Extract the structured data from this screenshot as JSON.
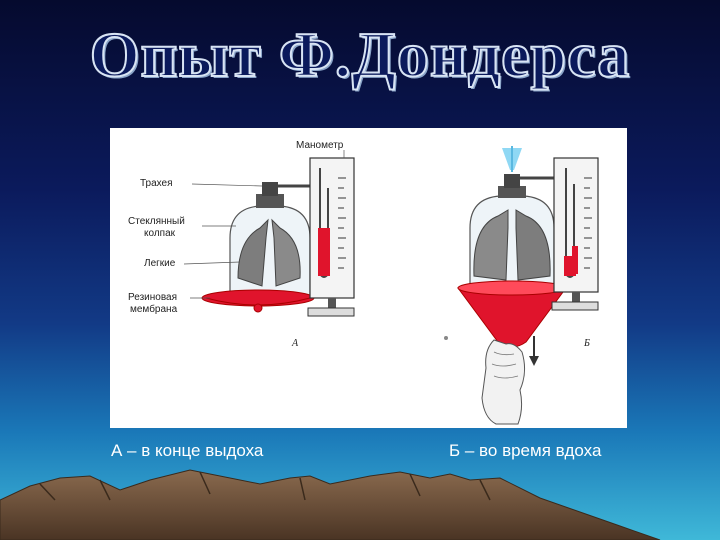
{
  "title": "Опыт Ф.Дондерса",
  "figure": {
    "labels": {
      "manometer": "Манометр",
      "trachea": "Трахея",
      "glass_bell_line1": "Стеклянный",
      "glass_bell_line2": "колпак",
      "lungs": "Легкие",
      "membrane_line1": "Резиновая",
      "membrane_line2": "мембрана",
      "panel_a": "А",
      "panel_b": "Б"
    }
  },
  "captions": {
    "a": "А – в конце выдоха",
    "b": "Б – во время вдоха"
  },
  "colors": {
    "membrane_red": "#e0142c",
    "title_fill": "#0b1a5c"
  }
}
